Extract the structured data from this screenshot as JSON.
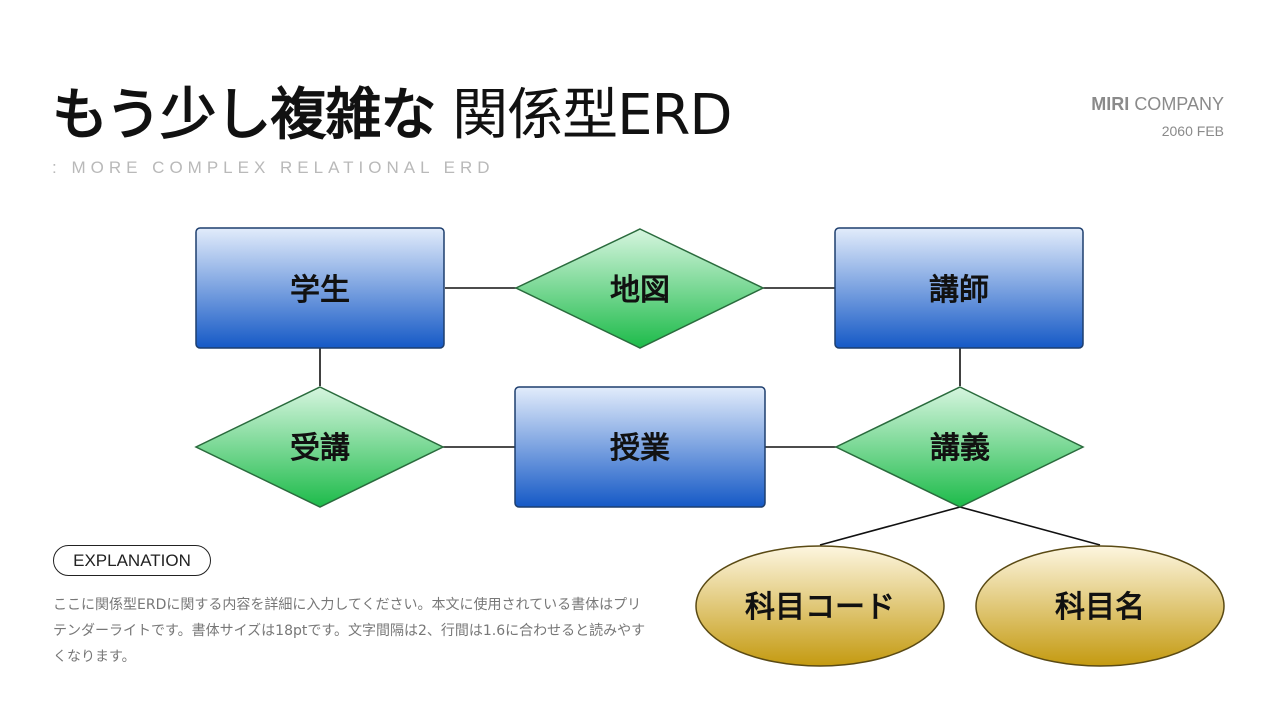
{
  "title": {
    "bold": "もう少し複雑な",
    "light": "関係型ERD"
  },
  "subtitle": ": MORE COMPLEX RELATIONAL ERD",
  "company": {
    "name_bold": "MIRI",
    "name_light": "COMPANY",
    "date": "2060 FEB"
  },
  "diagram": {
    "entities": {
      "student": "学生",
      "lecturer": "講師",
      "class": "授業"
    },
    "relationships": {
      "map": "地図",
      "enroll": "受講",
      "lecture": "講義"
    },
    "attributes": {
      "subject_code": "科目コード",
      "subject_name": "科目名"
    }
  },
  "explanation": {
    "label": "EXPLANATION",
    "text": "ここに関係型ERDに関する内容を詳細に入力してください。本文に使用されている書体はプリテンダーライトです。書体サイズは18ptです。文字間隔は2、行間は1.6に合わせると読みやすくなります。"
  },
  "colors": {
    "entity_top": "#e2ecfb",
    "entity_bottom": "#1559c6",
    "relation_top": "#d6f5df",
    "relation_bottom": "#1dbb4a",
    "attribute_top": "#fdf6e0",
    "attribute_bottom": "#c49a10"
  }
}
